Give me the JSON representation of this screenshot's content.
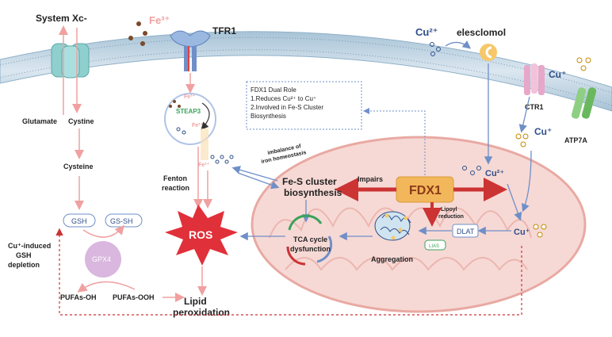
{
  "labels": {
    "system_xc": "System Xc-",
    "fe3_top": "Fe³⁺",
    "tfr1": "TFR1",
    "cu2_top": "Cu²⁺",
    "elesclomol": "elesclomol",
    "cu_plus_top": "Cu⁺",
    "ctr1": "CTR1",
    "atp7a": "ATP7A",
    "cu_plus_mid": "Cu⁺",
    "glutamate": "Glutamate",
    "cystine": "Cystine",
    "cysteine": "Cysteine",
    "fe3_endo": "Fe³⁺",
    "steap3": "STEAP3",
    "fe2_endo": "Fe²⁺",
    "fe2_free": "Fe²⁺",
    "fenton": "Fenton reaction",
    "imbalance": "imbalance of iron homeostasis",
    "fes_cluster": "Fe-S cluster biosynthesis",
    "impairs": "Impairs",
    "fdx1": "FDX1",
    "cu2_mito": "Cu²⁺",
    "cu_plus_mito": "Cu⁺",
    "lipoyl": "Lipoyl reduction",
    "dlat": "DLAT",
    "lias": "LIAS",
    "aggregation": "Aggregation",
    "tca": "TCA cycle dysfunction",
    "ros": "ROS",
    "gsh": "GSH",
    "gssh": "GS-SH",
    "gpx4": "GPX4",
    "pufas_oh": "PUFAs-OH",
    "pufas_ooh": "PUFAs-OOH",
    "lipid_perox": "Lipid peroxidation",
    "cu_depletion": "Cu⁺-induced GSH depletion"
  },
  "fdx1_box": {
    "title": "FDX1 Dual Role",
    "line1": "1.Reduces Cu²⁺ to Cu⁺",
    "line2": "2.Involved  in Fe-S Cluster",
    "line3": "Biosynthesis"
  },
  "colors": {
    "membrane": "#8fb0c8",
    "mito_fill": "#f6d9d5",
    "mito_edge": "#e9a9a3",
    "red_arrow": "#cc3333",
    "pink_arrow": "#f0a0a0",
    "blue_arrow": "#6f8fc8",
    "ros_fill": "#e0303a",
    "fdx1_fill": "#f2b75a"
  }
}
